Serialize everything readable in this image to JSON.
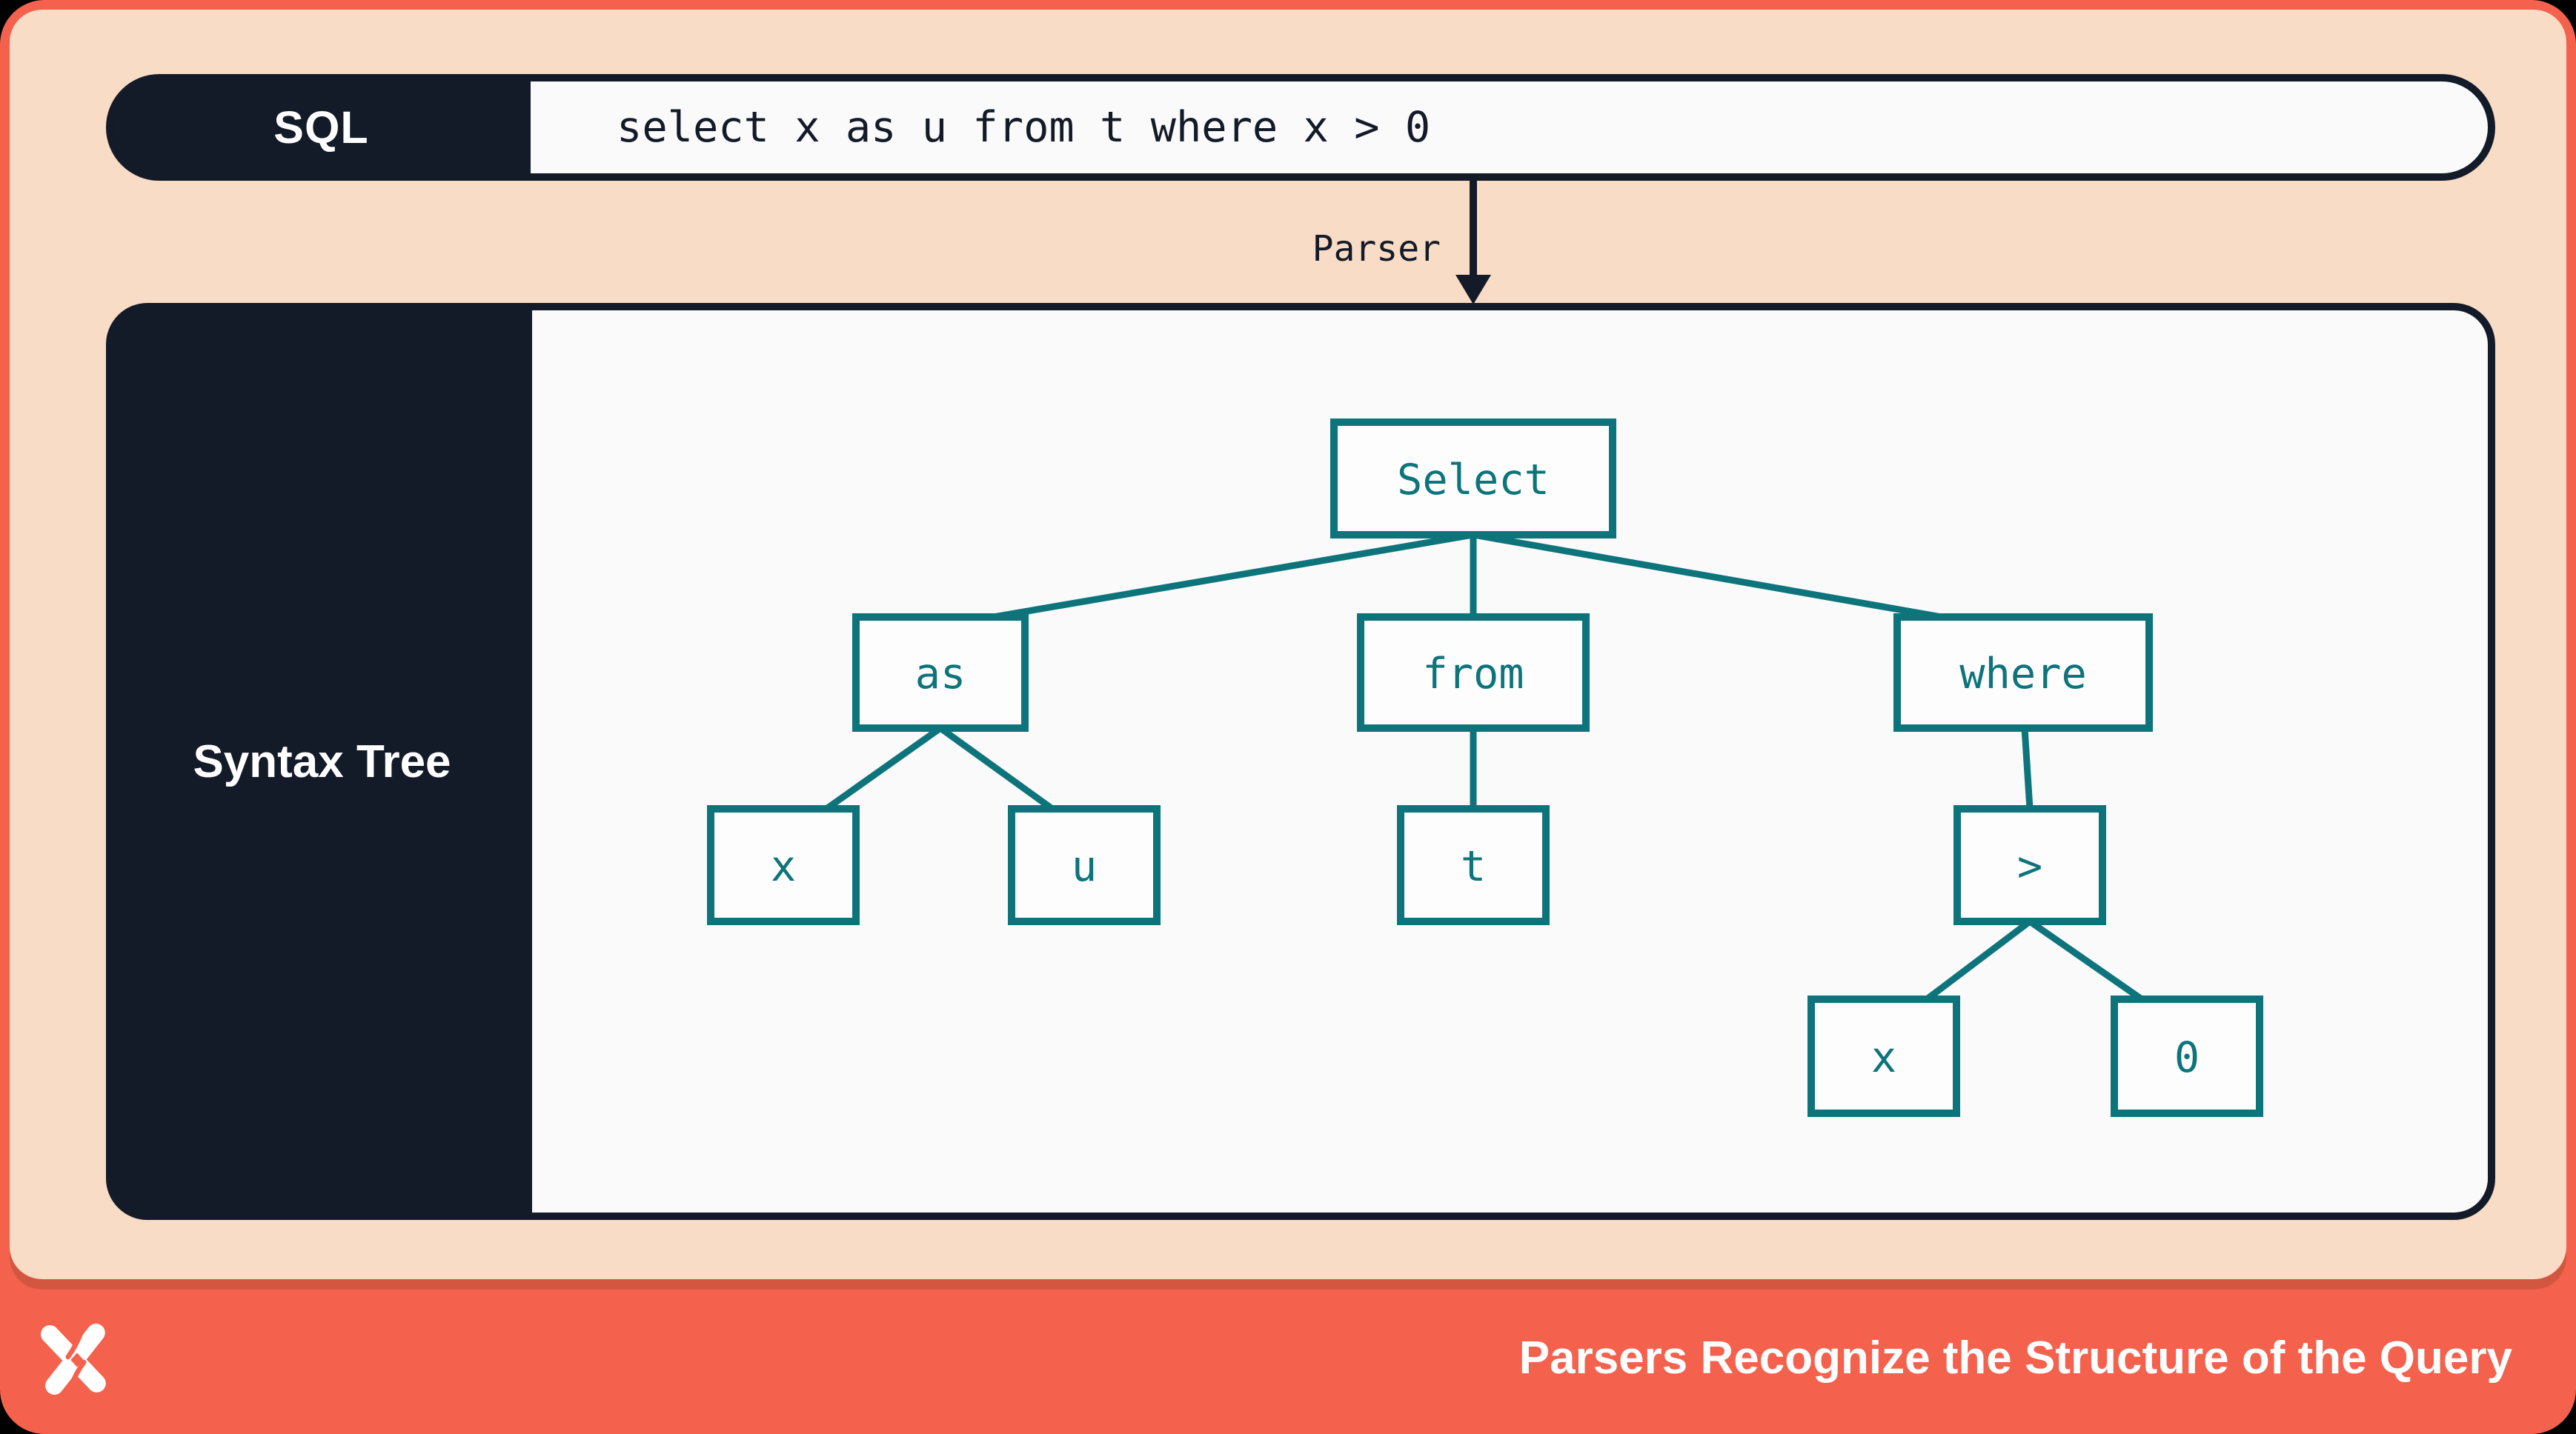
{
  "slide": {
    "sql_bar": {
      "label": "SQL",
      "code": "select x as u from t where x > 0"
    },
    "parser": {
      "label": "Parser"
    },
    "syntax_tree": {
      "label": "Syntax Tree",
      "nodes": [
        {
          "id": "select",
          "label": "Select"
        },
        {
          "id": "as",
          "label": "as"
        },
        {
          "id": "from",
          "label": "from"
        },
        {
          "id": "where",
          "label": "where"
        },
        {
          "id": "x-source-column",
          "label": "x"
        },
        {
          "id": "u-alias",
          "label": "u"
        },
        {
          "id": "t-table",
          "label": "t"
        },
        {
          "id": "greater-than",
          "label": ">"
        },
        {
          "id": "x-operand",
          "label": "x"
        },
        {
          "id": "zero-literal",
          "label": "0"
        }
      ],
      "edges": [
        [
          "Select",
          "as"
        ],
        [
          "Select",
          "from"
        ],
        [
          "Select",
          "where"
        ],
        [
          "as",
          "x"
        ],
        [
          "as",
          "u"
        ],
        [
          "from",
          "t"
        ],
        [
          "where",
          ">"
        ],
        [
          ">",
          "x"
        ],
        [
          ">",
          "0"
        ]
      ]
    },
    "footer": {
      "caption": "Parsers Recognize the Structure of the Query",
      "logo": "pinwheel-x-logo"
    },
    "colors": {
      "orange": "#F4614C",
      "peach": "#F8DCC5",
      "navy": "#131A28",
      "teal": "#0E747B",
      "panel": "#FAFAFA",
      "white": "#FFFFFF"
    }
  }
}
